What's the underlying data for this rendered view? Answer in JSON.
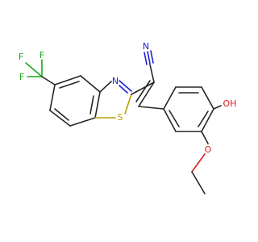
{
  "molecule": {
    "atoms": [
      {
        "id": "F1",
        "label": "F",
        "color": "#1aa81a"
      },
      {
        "id": "F2",
        "label": "F",
        "color": "#1aa81a"
      },
      {
        "id": "F3",
        "label": "F",
        "color": "#1aa81a"
      },
      {
        "id": "N_thiazole",
        "label": "N",
        "color": "#1f1fd6"
      },
      {
        "id": "N_nitrile",
        "label": "N",
        "color": "#1f1fd6"
      },
      {
        "id": "S",
        "label": "S",
        "color": "#b8a000"
      },
      {
        "id": "O_hydroxy",
        "label": "OH",
        "color": "#d61f1f"
      },
      {
        "id": "O_ethoxy",
        "label": "O",
        "color": "#d61f1f"
      }
    ]
  }
}
